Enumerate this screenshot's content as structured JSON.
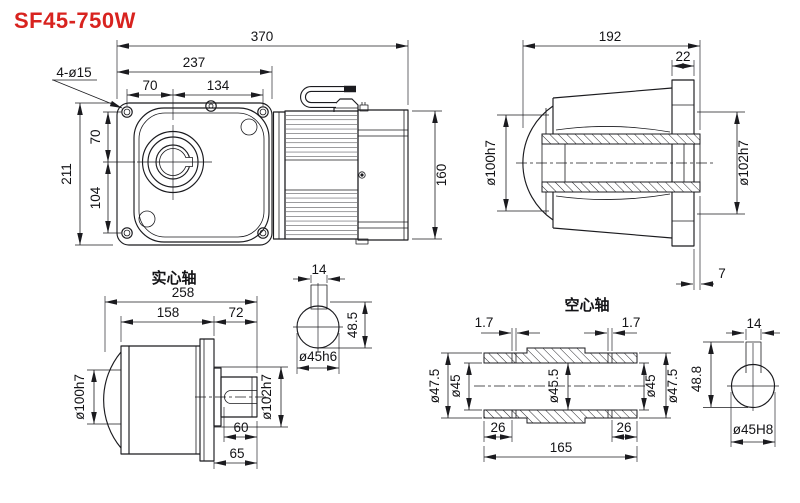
{
  "title": {
    "text": "SF45-750W",
    "color": "#d8231f"
  },
  "views": {
    "front": {
      "labels": {
        "overall_w": "370",
        "flange_w": "237",
        "pitch_h1": "70",
        "pitch_h2": "134",
        "holes": "4-ø15",
        "overall_h": "211",
        "pitch_v1": "70",
        "pitch_v2": "104",
        "motor_od": "160"
      }
    },
    "output": {
      "labels": {
        "len": "192",
        "flange_t": "22",
        "pilot": "ø100h7",
        "spigot": "ø102h7",
        "gap": "7"
      }
    },
    "solid": {
      "title": "实心轴",
      "labels": {
        "overall": "258",
        "body": "158",
        "ext": "72",
        "pilot": "ø100h7",
        "spigot": "ø102h7",
        "key_len": "60",
        "shaft_len": "65"
      }
    },
    "solid_sec": {
      "labels": {
        "key_w": "14",
        "height": "48.5",
        "dia": "ø45h6"
      }
    },
    "hollow": {
      "title": "空心轴",
      "labels": {
        "groove_l": "1.7",
        "groove_r": "1.7",
        "od_l": "ø47.5",
        "id_l": "ø45",
        "id_mid": "ø45.5",
        "id_r": "ø45",
        "od_r": "ø47.5",
        "end_l": "26",
        "end_r": "26",
        "len": "165"
      }
    },
    "hollow_sec": {
      "labels": {
        "key_w": "14",
        "height": "48.8",
        "dia": "ø45H8"
      }
    }
  }
}
